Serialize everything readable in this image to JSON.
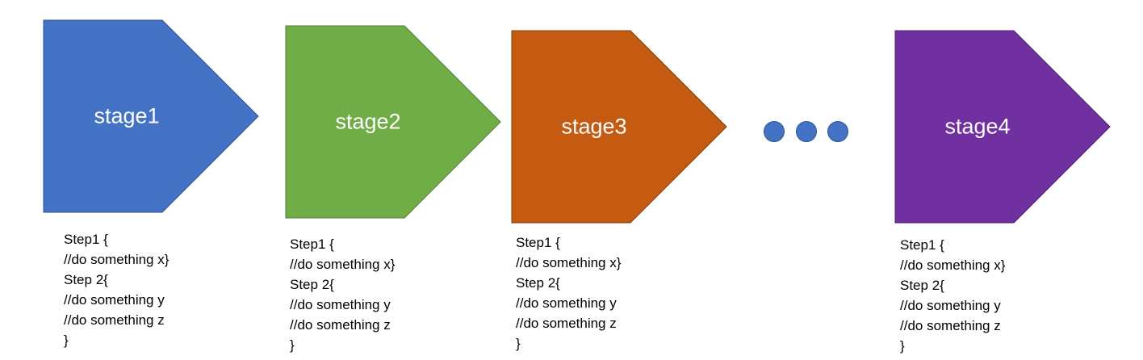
{
  "stages": [
    {
      "label": "stage1",
      "color": "#4472c4",
      "border": "#2f528f",
      "steps": [
        "Step1 {",
        "//do something x}",
        "Step 2{",
        "//do something y",
        "//do something z",
        "}"
      ]
    },
    {
      "label": "stage2",
      "color": "#70ad47",
      "border": "#507e32",
      "steps": [
        "Step1 {",
        "//do something x}",
        "Step 2{",
        "//do something y",
        "//do something z",
        "}"
      ]
    },
    {
      "label": "stage3",
      "color": "#c55a11",
      "border": "#843c0c",
      "steps": [
        "Step1 {",
        "//do something x}",
        "Step 2{",
        "//do something y",
        "//do something z",
        "}"
      ]
    },
    {
      "label": "stage4",
      "color": "#7030a0",
      "border": "#4b1f6f",
      "steps": [
        "Step1 {",
        "//do something x}",
        "Step 2{",
        "//do something y",
        "//do something z",
        "}"
      ]
    }
  ],
  "ellipsis": {
    "count": 3,
    "color": "#4472c4"
  }
}
